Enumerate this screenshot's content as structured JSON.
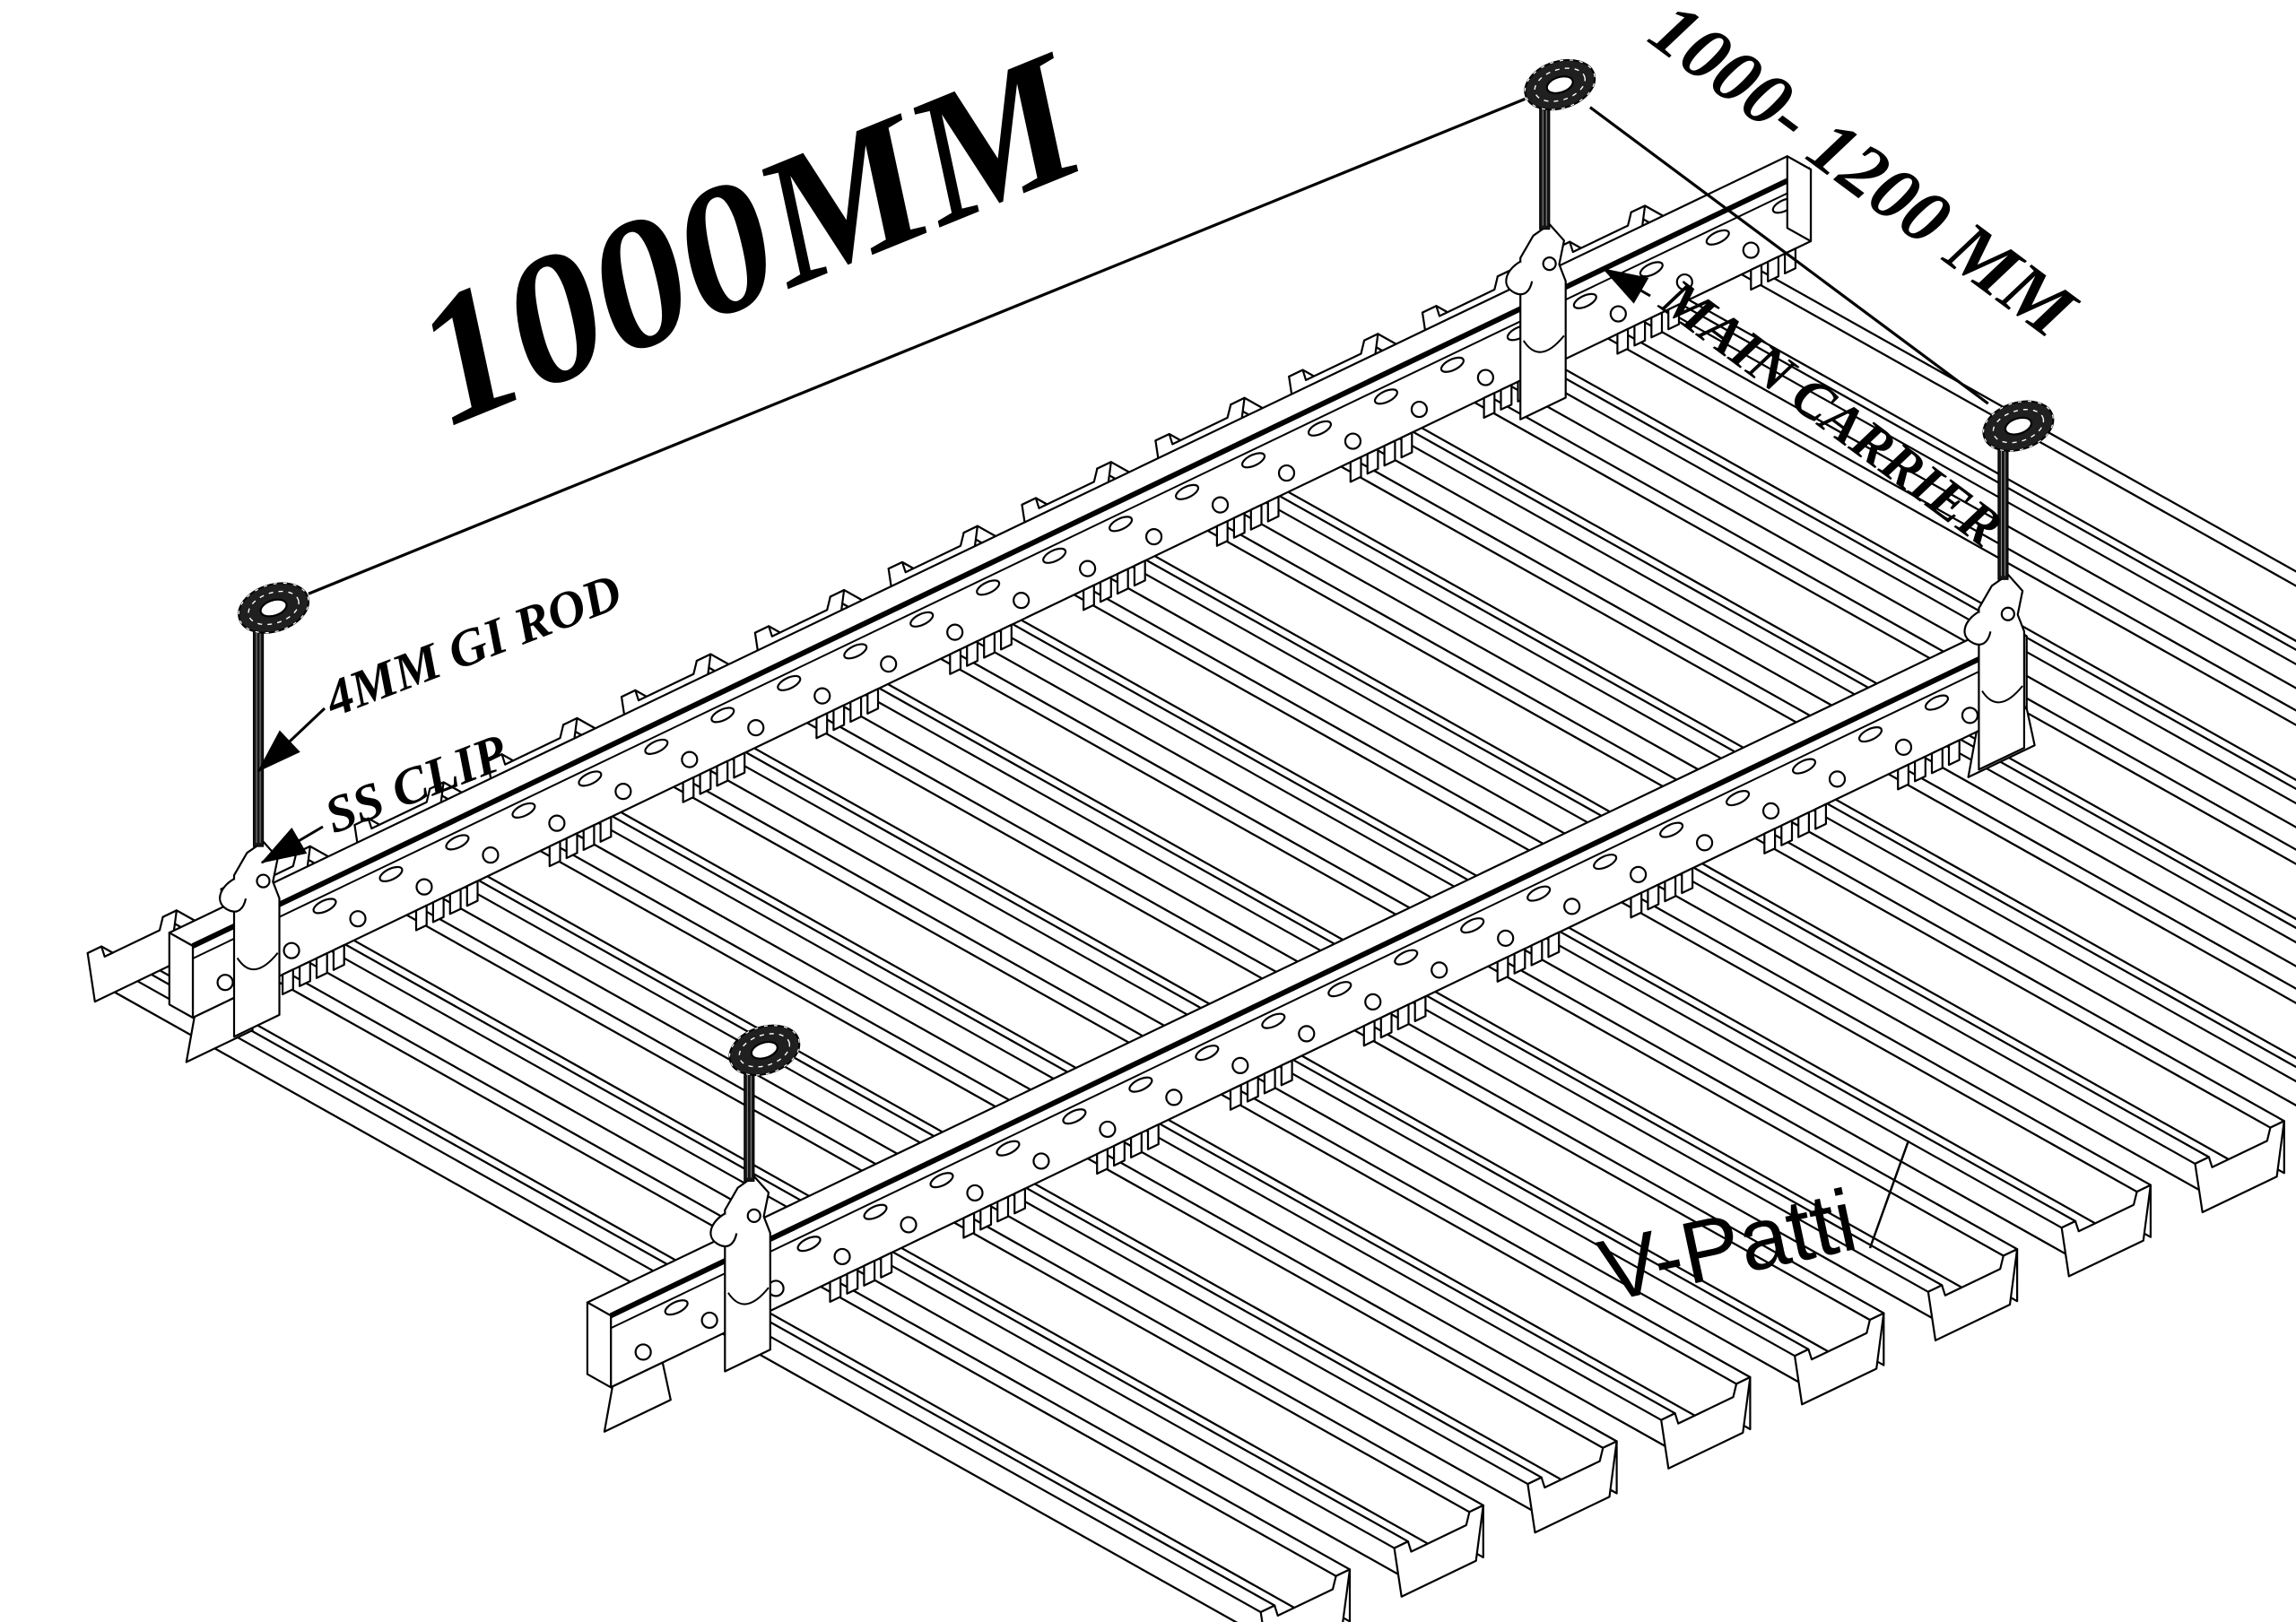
{
  "labels": {
    "dim_carrier_spacing": "1000MM",
    "dim_hanger_drop": "1000- 1200 MM",
    "main_carrier": "MAIN CARRIER",
    "gi_rod": "4MM GI ROD",
    "ss_clip": "SS CLIP",
    "v_patti": "V-Patti"
  },
  "colors": {
    "line": "#000000",
    "background": "#ffffff",
    "rod_fill": "#161616",
    "loop_fill": "#202020"
  }
}
